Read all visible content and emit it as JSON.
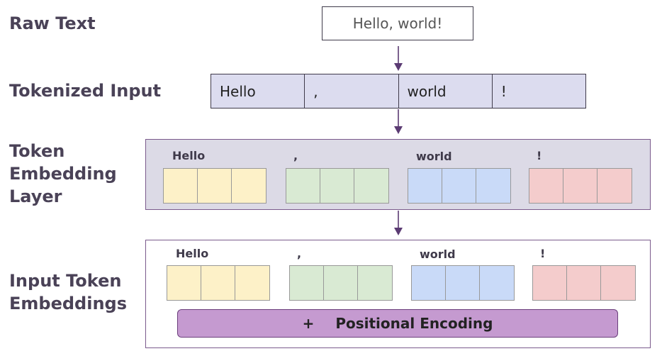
{
  "labels": {
    "raw_text": "Raw Text",
    "tokenized_input": "Tokenized Input",
    "token_embedding_layer": [
      "Token",
      "Embedding",
      "Layer"
    ],
    "input_token_embeddings": [
      "Input Token",
      "Embeddings"
    ]
  },
  "raw_text_value": "Hello, world!",
  "tokens": [
    "Hello",
    ",",
    "world",
    "!"
  ],
  "embedding_layer": {
    "tokens": [
      "Hello",
      ",",
      "world",
      "!"
    ],
    "colors": [
      "#fdf1c8",
      "#d9ead3",
      "#c9daf8",
      "#f4cccc"
    ]
  },
  "input_embeddings": {
    "tokens": [
      "Hello",
      ",",
      "world",
      "!"
    ],
    "colors": [
      "#fdf1c8",
      "#d9ead3",
      "#c9daf8",
      "#f4cccc"
    ]
  },
  "positional_encoding": {
    "plus": "+",
    "label": "Positional Encoding"
  },
  "colors": {
    "arrow": "#5b3b73",
    "tokenized_fill": "#dcdcef",
    "embedding_panel_fill": "#dcdae6",
    "positional_fill": "#c59ad0"
  }
}
